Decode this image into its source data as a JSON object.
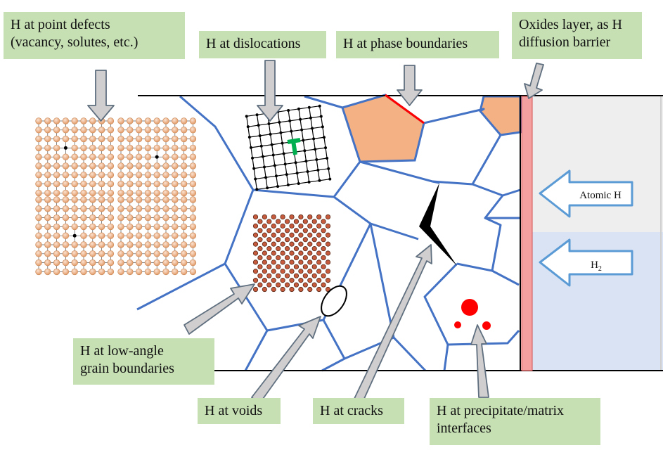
{
  "labels": {
    "point_defects_line1": "H at point defects",
    "point_defects_line2": "(vacancy, solutes, etc.)",
    "dislocations": "H at dislocations",
    "phase_boundaries": "H at phase boundaries",
    "oxides_line1": "Oxides layer, as H",
    "oxides_line2": "diffusion barrier",
    "low_angle_line1": "H at low-angle",
    "low_angle_line2": "grain boundaries",
    "voids": "H at voids",
    "cracks": "H at cracks",
    "precipitate_line1": "H at precipitate/matrix",
    "precipitate_line2": "interfaces"
  },
  "arrows": {
    "atomic_h": "Atomic H",
    "h2_base": "H",
    "h2_sub": "2"
  },
  "colors": {
    "label_bg": "#c6e0b4",
    "grain_boundary": "#4472c4",
    "phase": "#f4b183",
    "phase_boundary": "#ff0000",
    "dislocation_mark": "#00b050",
    "precipitate": "#ff0000",
    "crack": "#000000",
    "oxide_layer": "#f4a0a0",
    "atom": "#f4b183",
    "atomic_h_region": "#eeeeee",
    "h2_region": "#dae3f3",
    "pointer_arrow": "#d0cece"
  }
}
